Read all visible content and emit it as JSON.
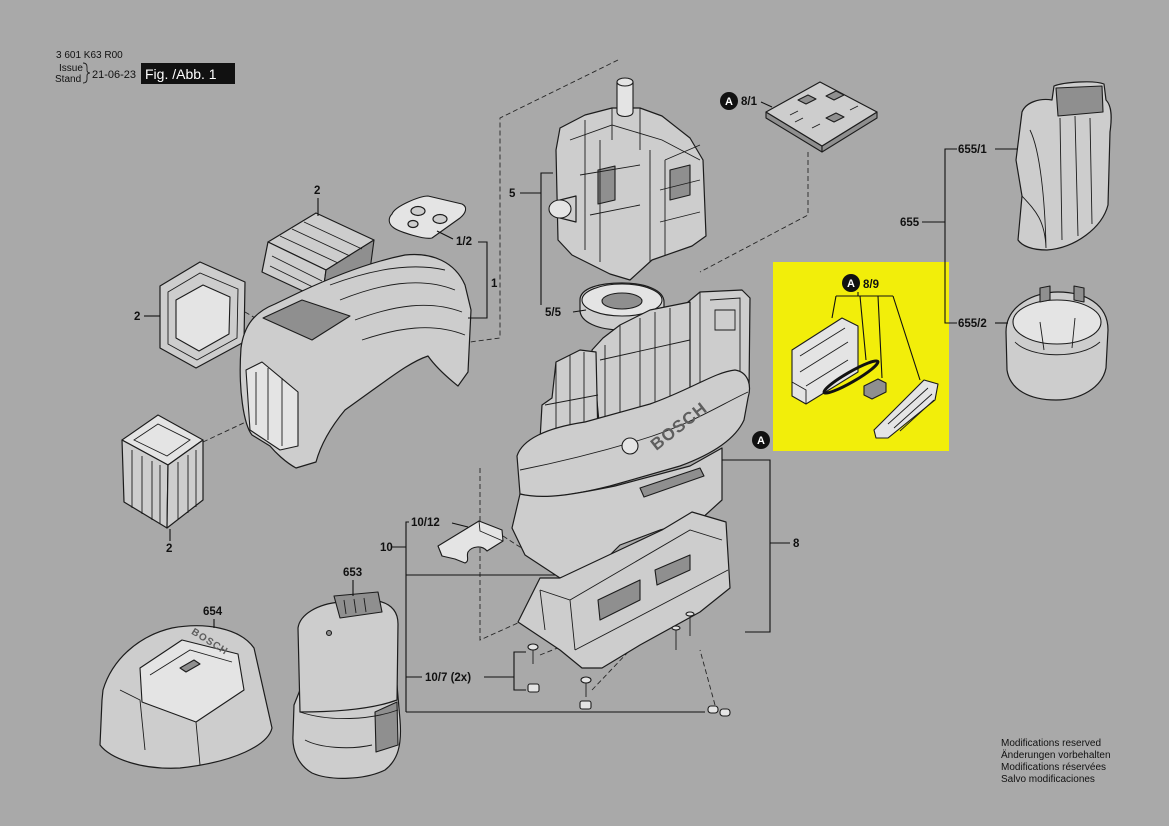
{
  "document": {
    "part_number": "3 601 K63 R00",
    "issue_label": "Issue",
    "stand_label": "Stand",
    "date": "21-06-23",
    "figure_label": "Fig. /Abb. 1"
  },
  "callouts": {
    "cap_top": "2",
    "window_left": "2",
    "cap_bottom": "2",
    "gasket": "1/2",
    "housing": "1",
    "laser_module": "5",
    "ring": "5/5",
    "pcb": "8/1",
    "pcb_marker": "A",
    "cover_top": "655/1",
    "cover_set": "655",
    "cover_bottom": "655/2",
    "kit": "8/9",
    "kit_marker": "A",
    "body_marker": "A",
    "body": "8",
    "clip": "10/12",
    "fastener_set": "10",
    "screws": "10/7 (2x)",
    "battery": "653",
    "charger": "654"
  },
  "logo_text": "BOSCH",
  "notice": [
    "Modifications reserved",
    "Änderungen vorbehalten",
    "Modifications réservées",
    "Salvo modificaciones"
  ],
  "colors": {
    "background": "#a9a9a9",
    "highlight": "#f2ee0a",
    "line": "#1c1c1c",
    "part_fill": "#cdcdcd"
  }
}
